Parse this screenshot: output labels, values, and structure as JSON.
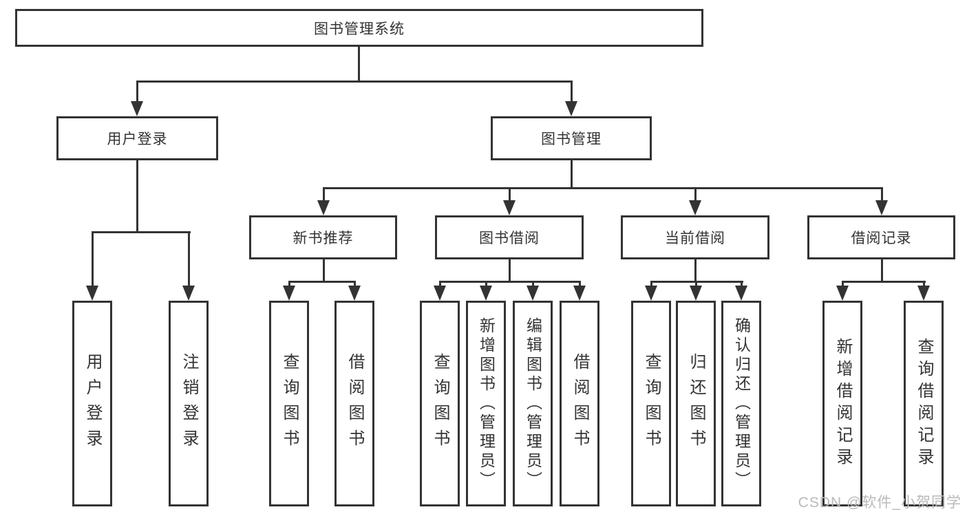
{
  "diagram": {
    "title_node": {
      "label": "图书管理系统"
    },
    "level2": [
      {
        "label": "用户登录"
      },
      {
        "label": "图书管理"
      }
    ],
    "level3": [
      {
        "label": "新书推荐",
        "parent": "图书管理"
      },
      {
        "label": "图书借阅",
        "parent": "图书管理"
      },
      {
        "label": "当前借阅",
        "parent": "图书管理"
      },
      {
        "label": "借阅记录",
        "parent": "图书管理"
      }
    ],
    "leaves": [
      {
        "label": "用户登录",
        "parent": "用户登录"
      },
      {
        "label": "注销登录",
        "parent": "用户登录"
      },
      {
        "label": "查询图书",
        "parent": "新书推荐"
      },
      {
        "label": "借阅图书",
        "parent": "新书推荐"
      },
      {
        "label": "查询图书",
        "parent": "图书借阅"
      },
      {
        "label": "新增图书（管理员）",
        "parent": "图书借阅"
      },
      {
        "label": "编辑图书（管理员）",
        "parent": "图书借阅"
      },
      {
        "label": "借阅图书",
        "parent": "图书借阅"
      },
      {
        "label": "查询图书",
        "parent": "当前借阅"
      },
      {
        "label": "归还图书",
        "parent": "当前借阅"
      },
      {
        "label": "确认归还（管理员）",
        "parent": "当前借阅"
      },
      {
        "label": "新增借阅记录",
        "parent": "借阅记录"
      },
      {
        "label": "查询借阅记录",
        "parent": "借阅记录"
      }
    ],
    "colors": {
      "line": "#333333",
      "text": "#333333",
      "box_fill": "#ffffff",
      "watermark": "#b9b9b9"
    }
  },
  "watermark": {
    "text": "CSDN @软件_小贺同学"
  }
}
